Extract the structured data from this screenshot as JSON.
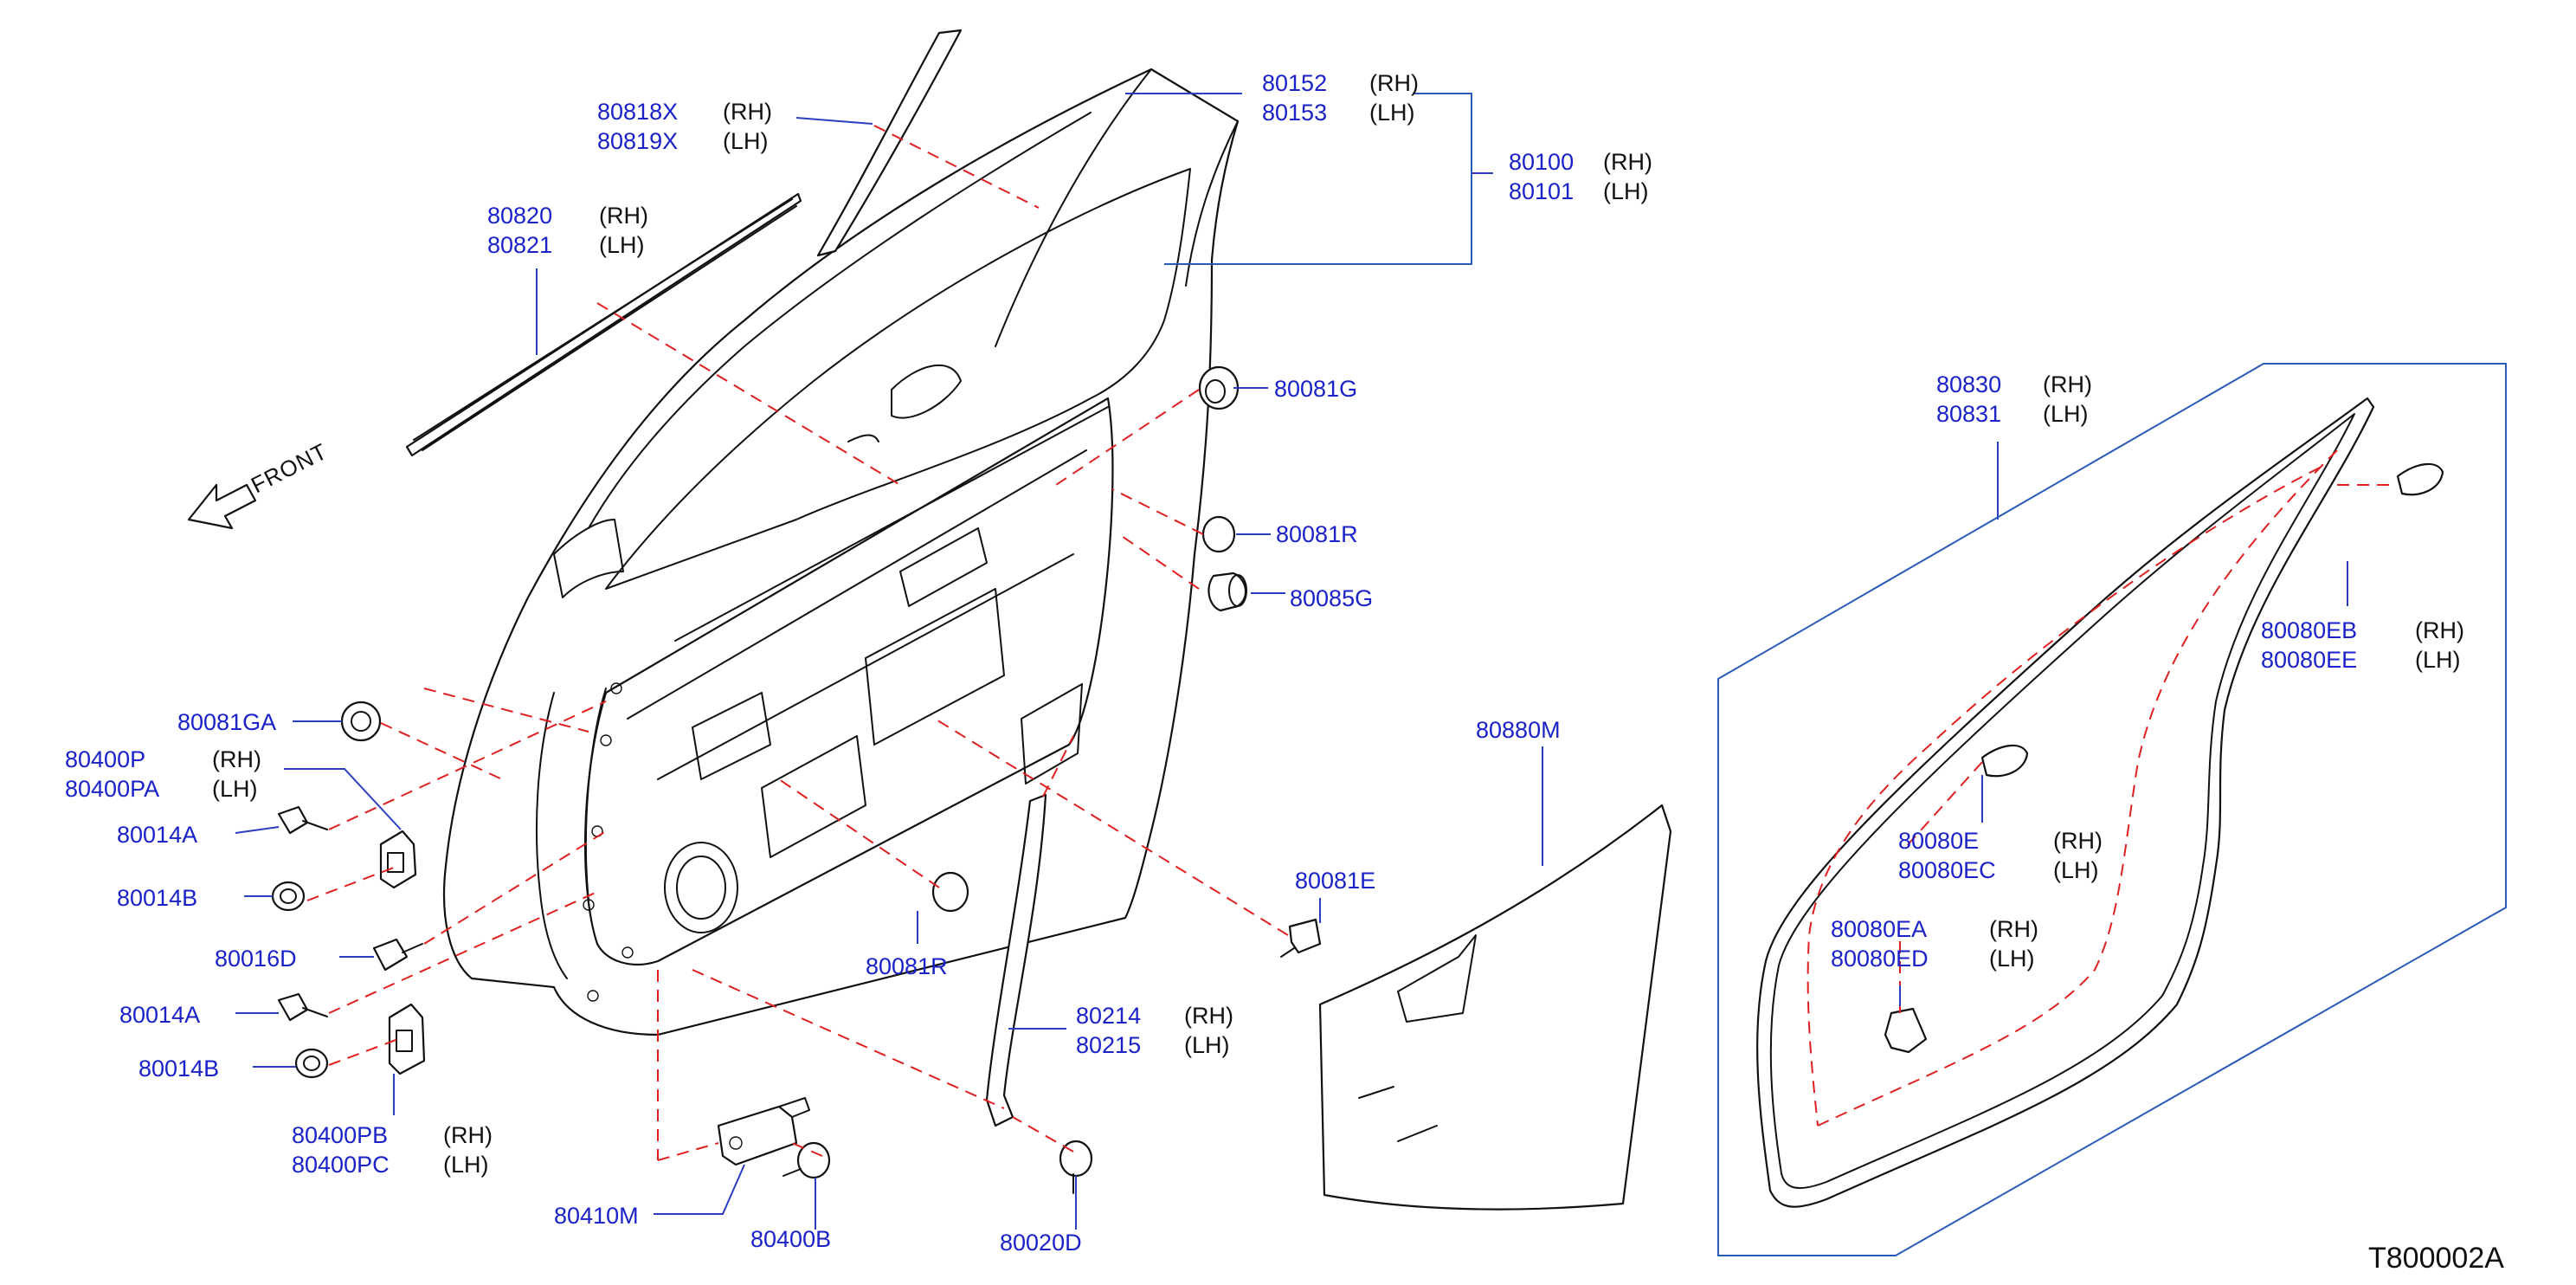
{
  "diagram_code": "T800002A",
  "front_label": "FRONT",
  "side_rh": "(RH)",
  "side_lh": "(LH)",
  "colors": {
    "part_number": "#1a22c8",
    "leader": "#2a3ec0",
    "hidden_line": "#e02020",
    "outline": "#111111"
  },
  "icons": [
    "front-direction-arrow-icon"
  ],
  "callouts": {
    "c80818x": {
      "rh": "80818X",
      "lh": "80819X"
    },
    "c80152": {
      "rh": "80152",
      "lh": "80153"
    },
    "c80100": {
      "rh": "80100",
      "lh": "80101"
    },
    "c80820": {
      "rh": "80820",
      "lh": "80821"
    },
    "c80081g": "80081G",
    "c80081r_top": "80081R",
    "c80085g": "80085G",
    "c80081ga": "80081GA",
    "c80400p": {
      "rh": "80400P",
      "lh": "80400PA"
    },
    "c80014a_top": "80014A",
    "c80014b_top": "80014B",
    "c80016d": "80016D",
    "c80014a_bot": "80014A",
    "c80014b_bot": "80014B",
    "c80400pb": {
      "rh": "80400PB",
      "lh": "80400PC"
    },
    "c80410m": "80410M",
    "c80400b": "80400B",
    "c80081r_mid": "80081R",
    "c80214": {
      "rh": "80214",
      "lh": "80215"
    },
    "c80020d": "80020D",
    "c80081e": "80081E",
    "c80880m": "80880M",
    "c80830": {
      "rh": "80830",
      "lh": "80831"
    },
    "c80080eb": {
      "rh": "80080EB",
      "lh": "80080EE"
    },
    "c80080e": {
      "rh": "80080E",
      "lh": "80080EC"
    },
    "c80080ea": {
      "rh": "80080EA",
      "lh": "80080ED"
    }
  }
}
